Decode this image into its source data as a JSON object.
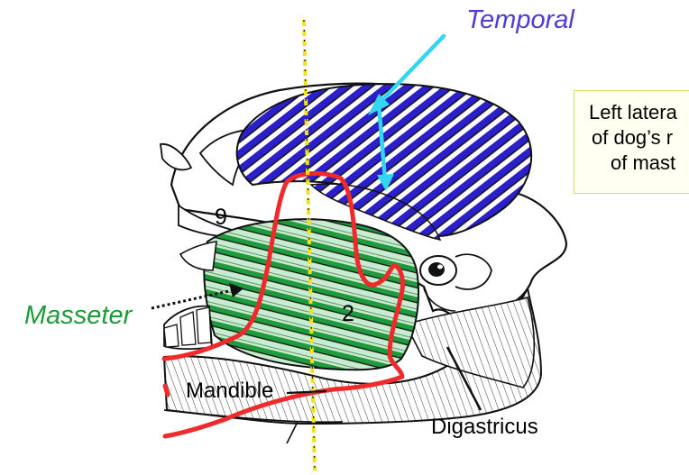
{
  "labels": {
    "temporal": "Temporal",
    "masseter": "Masseter",
    "mandible": "Mandible",
    "digastricus": "Digastricus",
    "region_9": "9",
    "region_2": "2"
  },
  "caption": {
    "lines": [
      "Left latera",
      "of dog’s r",
      "of mast"
    ]
  },
  "colors": {
    "temporal_label": "#4b3fd0",
    "temporal_muscle": "#2a1fc8",
    "masseter_label": "#1e9a3a",
    "masseter_muscle": "#1f9a3c",
    "masseter_tint": "#c8eccf",
    "red_outline": "#ee2a2a",
    "cyan_arrow": "#33d6f2",
    "yellow_line": "#f2e21a",
    "caption_border": "#d9d96a"
  }
}
